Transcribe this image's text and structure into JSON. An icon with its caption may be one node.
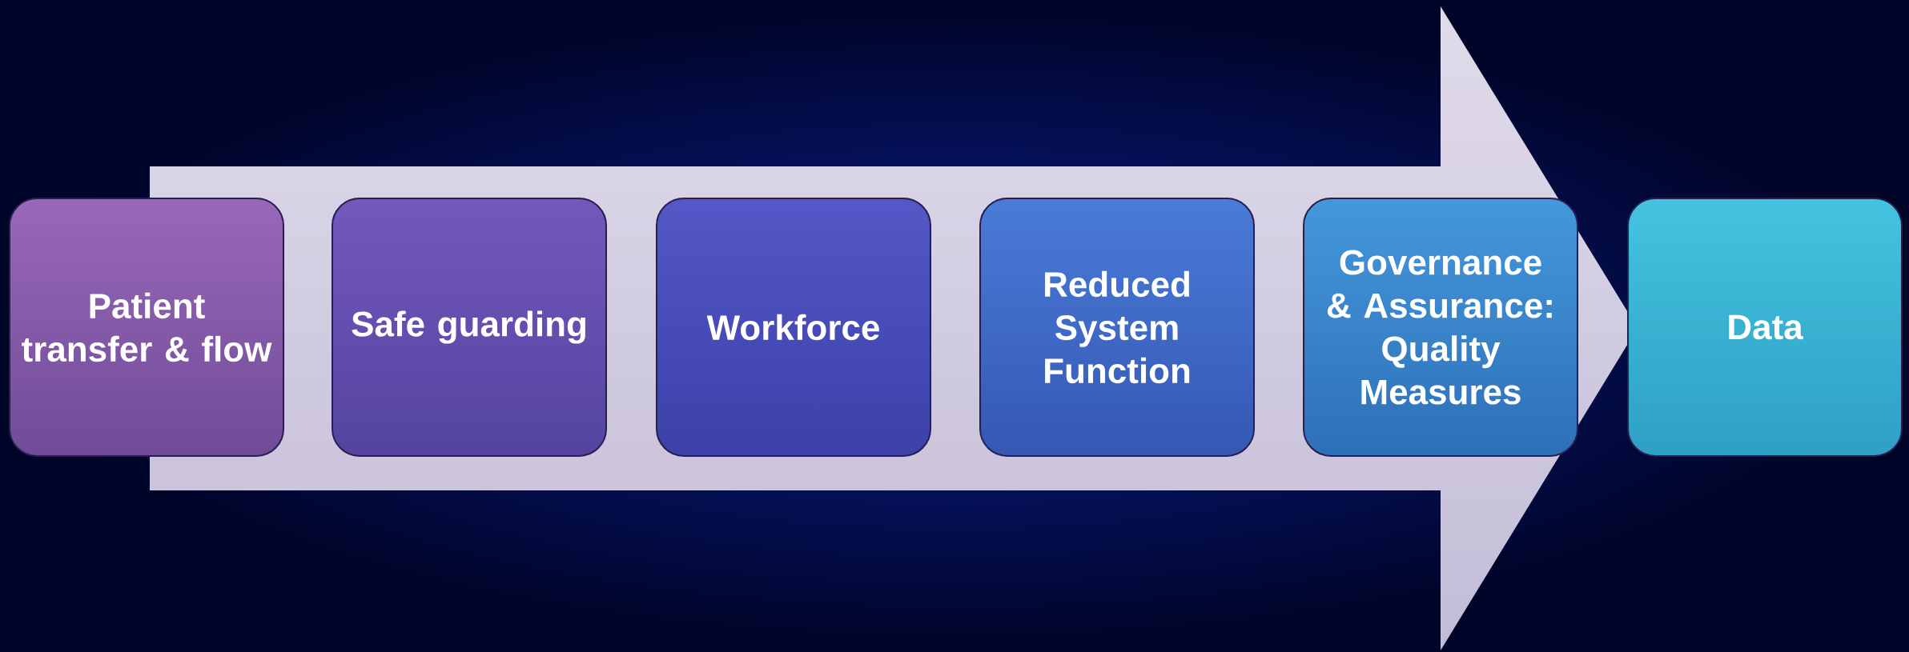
{
  "diagram": {
    "nodes": [
      {
        "text": [
          "Patient transfer & flow"
        ]
      },
      {
        "text": [
          "Safe guarding"
        ]
      },
      {
        "text": [
          "Workforce"
        ]
      },
      {
        "text": [
          "Reduced System Function"
        ]
      },
      {
        "text": [
          "Governance & Assurance: Quality Measures"
        ]
      },
      {
        "text": [
          "Data"
        ]
      }
    ]
  }
}
